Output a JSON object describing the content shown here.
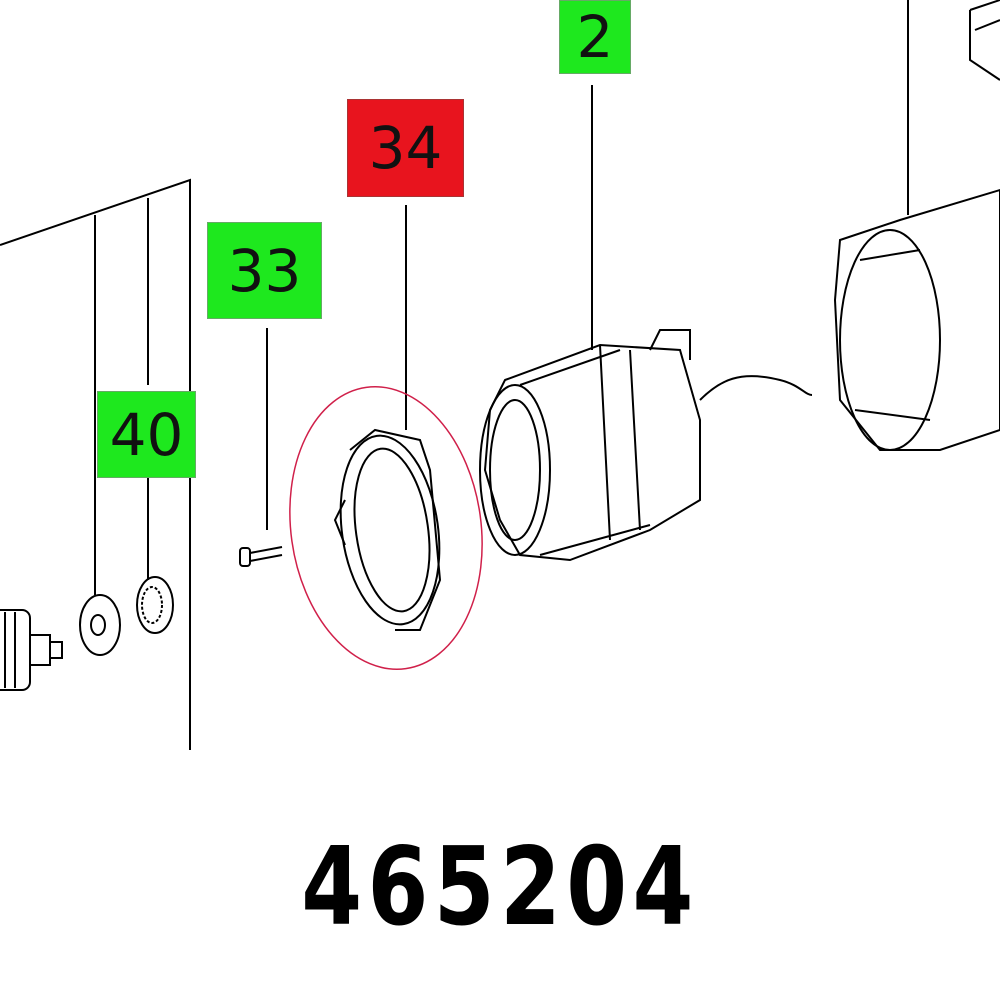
{
  "labels": [
    {
      "text": "2",
      "highlight": "green"
    },
    {
      "text": "34",
      "highlight": "red"
    },
    {
      "text": "33",
      "highlight": "green"
    },
    {
      "text": "40",
      "highlight": "green"
    }
  ],
  "part_number": "465204",
  "colors": {
    "green": "#1ee81e",
    "red": "#e8141e",
    "circle": "#d0204a"
  }
}
